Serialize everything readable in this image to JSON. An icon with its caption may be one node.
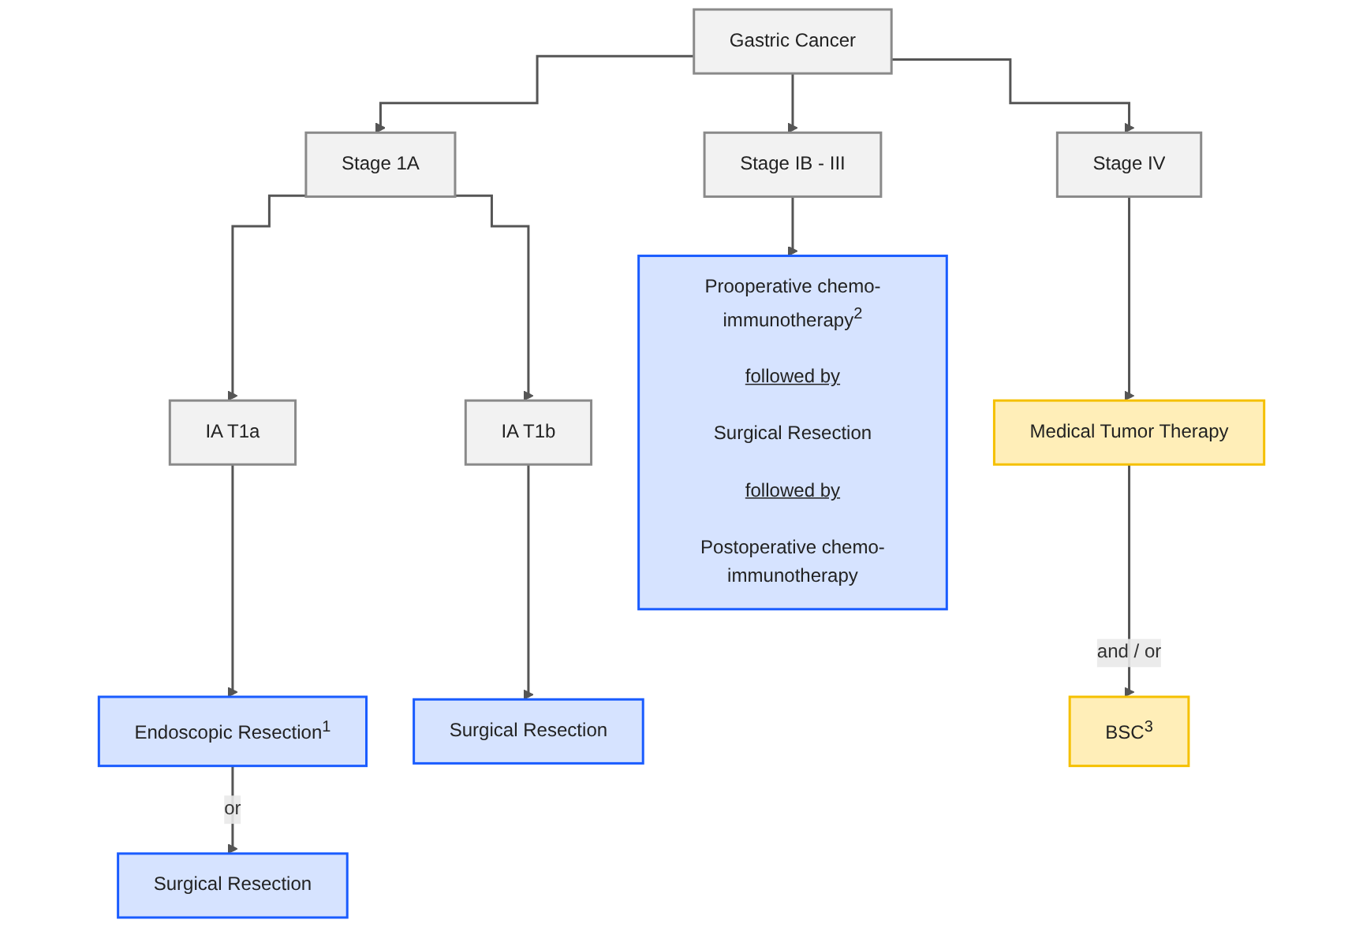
{
  "diagram": {
    "nodes": [
      {
        "text": [
          "Gastric Cancer"
        ]
      },
      {
        "text": [
          "Stage 1A"
        ]
      },
      {
        "text": [
          "Stage IB - III"
        ]
      },
      {
        "text": [
          "Stage IV"
        ]
      },
      {
        "text": [
          "IA T1a"
        ]
      },
      {
        "text": [
          "IA T1b"
        ]
      },
      {
        "text": [
          "Endoscopic Resection$^{1}$"
        ]
      },
      {
        "text": [
          "Surgical Resection"
        ]
      },
      {
        "text": [
          "Surgical Resection"
        ]
      },
      {
        "text": [
          "Prooperative chemo-immunotherapy$^{2}$",
          "followed by",
          "Surgical Resection",
          "followed by",
          "Postoperative chemo-immunotherapy"
        ]
      },
      {
        "text": [
          "Medical Tumor Therapy"
        ]
      },
      {
        "text": [
          "BSC$^{3}$"
        ]
      }
    ],
    "edges": [
      {
        "from": 0,
        "to": 1,
        "arrow": "to"
      },
      {
        "from": 0,
        "to": 2,
        "arrow": "to"
      },
      {
        "from": 0,
        "to": 3,
        "arrow": "to"
      },
      {
        "from": 1,
        "to": 4,
        "arrow": "to"
      },
      {
        "from": 1,
        "to": 5,
        "arrow": "to"
      },
      {
        "from": 4,
        "to": 6,
        "arrow": "to"
      },
      {
        "from": 6,
        "to": 7,
        "arrow": "to",
        "label": "or"
      },
      {
        "from": 5,
        "to": 8,
        "arrow": "to"
      },
      {
        "from": 2,
        "to": 9,
        "arrow": "to"
      },
      {
        "from": 3,
        "to": 10,
        "arrow": "to"
      },
      {
        "from": 10,
        "to": 11,
        "arrow": "to",
        "label": "and / or"
      }
    ]
  }
}
